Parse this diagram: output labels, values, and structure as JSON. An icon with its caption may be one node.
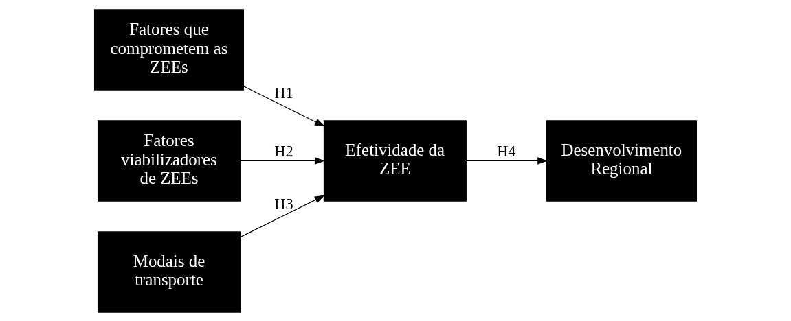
{
  "diagram": {
    "nodes": [
      {
        "text": [
          "Fatores que comprometem as ZEEs"
        ]
      },
      {
        "text": [
          "Fatores viabilizadores de ZEEs"
        ]
      },
      {
        "text": [
          "Efetividade da ZEE"
        ]
      },
      {
        "text": [
          "Desenvolvimento Regional"
        ]
      },
      {
        "text": [
          "Modais de transporte"
        ]
      }
    ],
    "edges": [
      {
        "from": 0,
        "to": 2,
        "arrow": "to",
        "label": "H1"
      },
      {
        "from": 1,
        "to": 2,
        "arrow": "to",
        "label": "H2"
      },
      {
        "from": 4,
        "to": 2,
        "arrow": "to",
        "label": "H3"
      },
      {
        "from": 2,
        "to": 3,
        "arrow": "to",
        "label": "H4"
      }
    ]
  }
}
